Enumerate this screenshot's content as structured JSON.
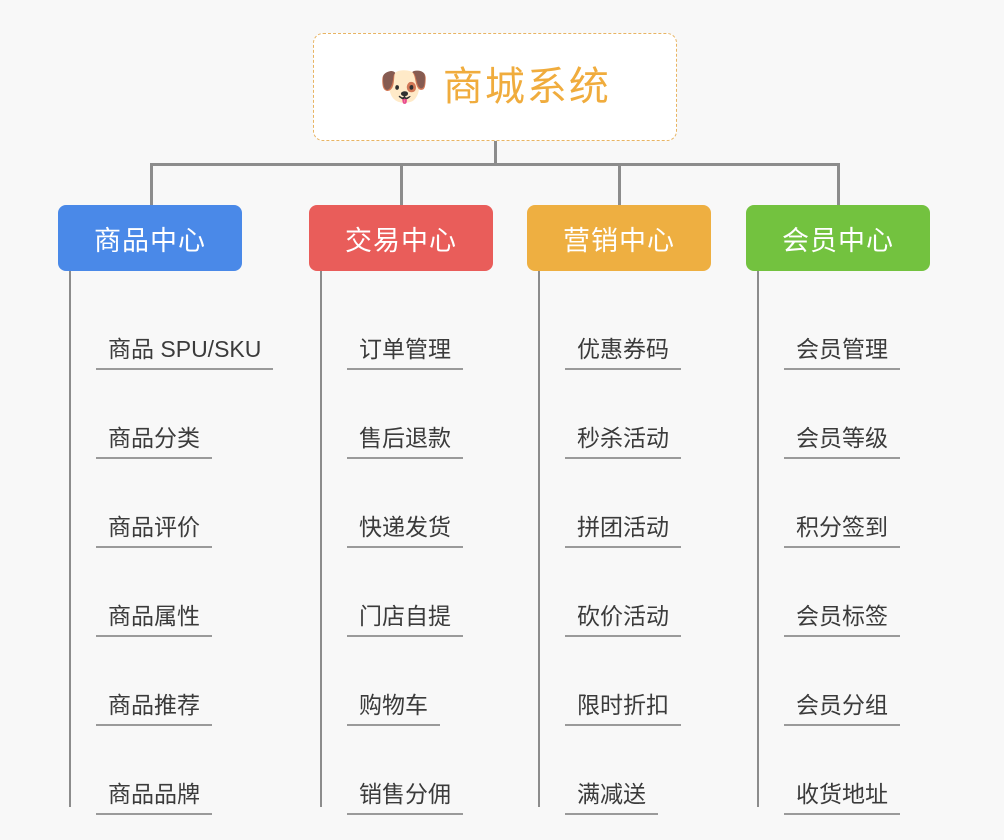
{
  "diagram": {
    "type": "mindmap",
    "background_color": "#f8f8f8",
    "root": {
      "icon": "shiba-dog-face-icon",
      "emoji": "🐶",
      "title": "商城系统",
      "text_color": "#f0ac3d",
      "border_color": "#e8b463"
    },
    "branches": [
      {
        "id": "product-center",
        "label": "商品中心",
        "color": "#4a89e8",
        "items": [
          "商品 SPU/SKU",
          "商品分类",
          "商品评价",
          "商品属性",
          "商品推荐",
          "商品品牌"
        ]
      },
      {
        "id": "trade-center",
        "label": "交易中心",
        "color": "#e95d5a",
        "items": [
          "订单管理",
          "售后退款",
          "快递发货",
          "门店自提",
          "购物车",
          "销售分佣"
        ]
      },
      {
        "id": "marketing-center",
        "label": "营销中心",
        "color": "#eeaf41",
        "items": [
          "优惠券码",
          "秒杀活动",
          "拼团活动",
          "砍价活动",
          "限时折扣",
          "满减送"
        ]
      },
      {
        "id": "member-center",
        "label": "会员中心",
        "color": "#73c23f",
        "items": [
          "会员管理",
          "会员等级",
          "积分签到",
          "会员标签",
          "会员分组",
          "收货地址"
        ]
      }
    ]
  }
}
